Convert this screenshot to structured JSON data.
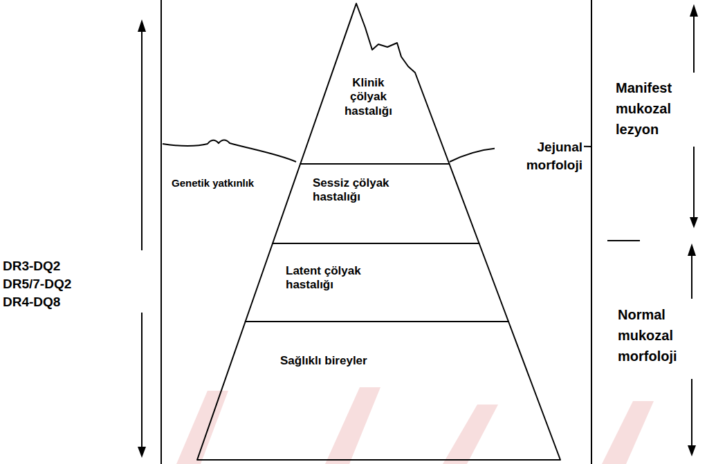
{
  "diagram": {
    "nodes": [
      {
        "text": [
          "Klinik çölyak hastalığı"
        ]
      },
      {
        "text": [
          "Sessiz çölyak hastalığı"
        ]
      },
      {
        "text": [
          "Latent çölyak hastalığı"
        ]
      },
      {
        "text": [
          "Sağlıklı bireyler"
        ]
      }
    ],
    "labels": [
      "Genetik yatkınlık",
      "Jejunal morfoloji",
      "DR3-DQ2",
      "DR5/7-DQ2",
      "DR4-DQ8",
      "Manifest mukozal lezyon",
      "Normal mukozal morfoloji"
    ]
  }
}
